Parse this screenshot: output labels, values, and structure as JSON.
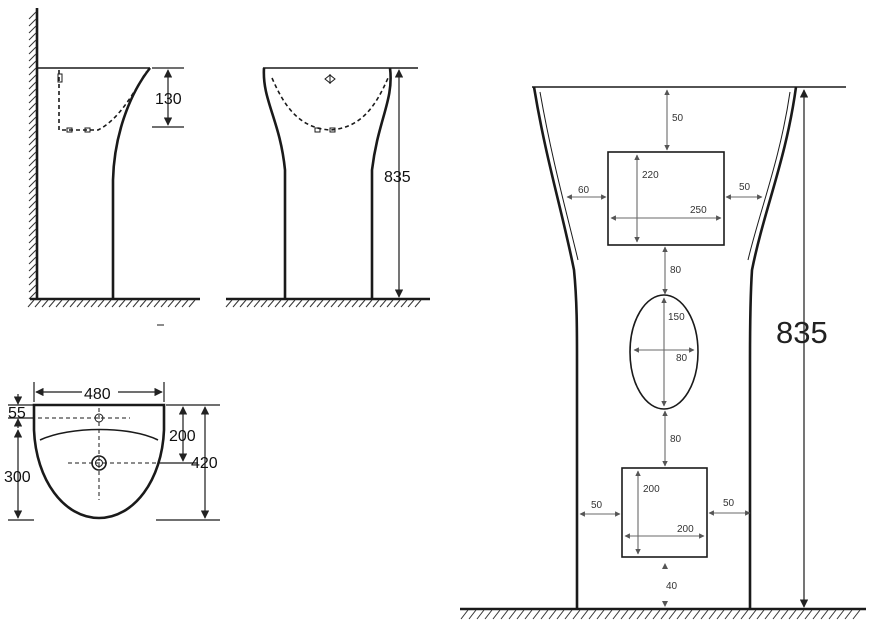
{
  "side_view": {
    "dim_bowl_depth": "130"
  },
  "front_view": {
    "dim_height": "835"
  },
  "top_view": {
    "dim_width": "480",
    "dim_tap_offset": "55",
    "dim_front_depth": "300",
    "dim_waste_offset": "200",
    "dim_total_depth": "420"
  },
  "rear_view": {
    "dim_height": "835",
    "upper_opening": {
      "top_gap": "50",
      "left_gap": "60",
      "right_gap": "50",
      "height": "220",
      "width": "250"
    },
    "gap_upper_oval": "80",
    "oval_opening": {
      "height": "150",
      "width": "80"
    },
    "gap_oval_lower": "80",
    "lower_opening": {
      "left_gap": "50",
      "right_gap": "50",
      "height": "200",
      "width": "200",
      "bottom_gap": "40"
    }
  }
}
